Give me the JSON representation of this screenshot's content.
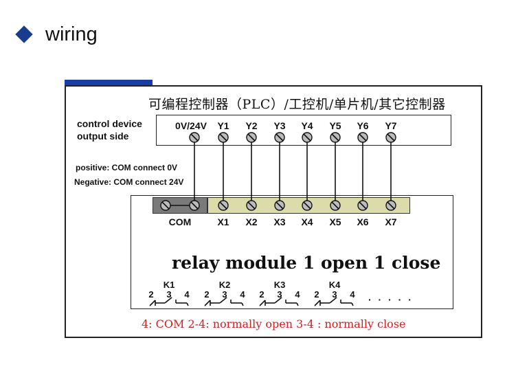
{
  "heading": {
    "text": "wiring",
    "bullet_color": "#1a3c8c"
  },
  "plc": {
    "title": "可编程控制器（PLC）/工控机/单片机/其它控制器",
    "side_label_line1": "control device",
    "side_label_line2": "output side",
    "terminals": [
      "0V/24V",
      "Y1",
      "Y2",
      "Y3",
      "Y4",
      "Y5",
      "Y6",
      "Y7"
    ]
  },
  "notes": {
    "positive": "positive: COM connect 0V",
    "negative": "Negative: COM connect 24V"
  },
  "relay": {
    "terminals": [
      "COM",
      "X1",
      "X2",
      "X3",
      "X4",
      "X5",
      "X6",
      "X7"
    ],
    "title": "relay module 1 open 1 close",
    "contacts": [
      {
        "name": "K1",
        "pins": [
          "2",
          "3",
          "4"
        ]
      },
      {
        "name": "K2",
        "pins": [
          "2",
          "3",
          "4"
        ]
      },
      {
        "name": "K3",
        "pins": [
          "2",
          "3",
          "4"
        ]
      },
      {
        "name": "K4",
        "pins": [
          "2",
          "3",
          "4"
        ]
      }
    ],
    "ellipsis": "· · · · ·",
    "footer": "4: COM   2-4: normally open    3-4 : normally close",
    "footer_color": "#d02020",
    "strip_color_com": "#7a7a7a",
    "strip_color_x": "#dcdcaa"
  }
}
